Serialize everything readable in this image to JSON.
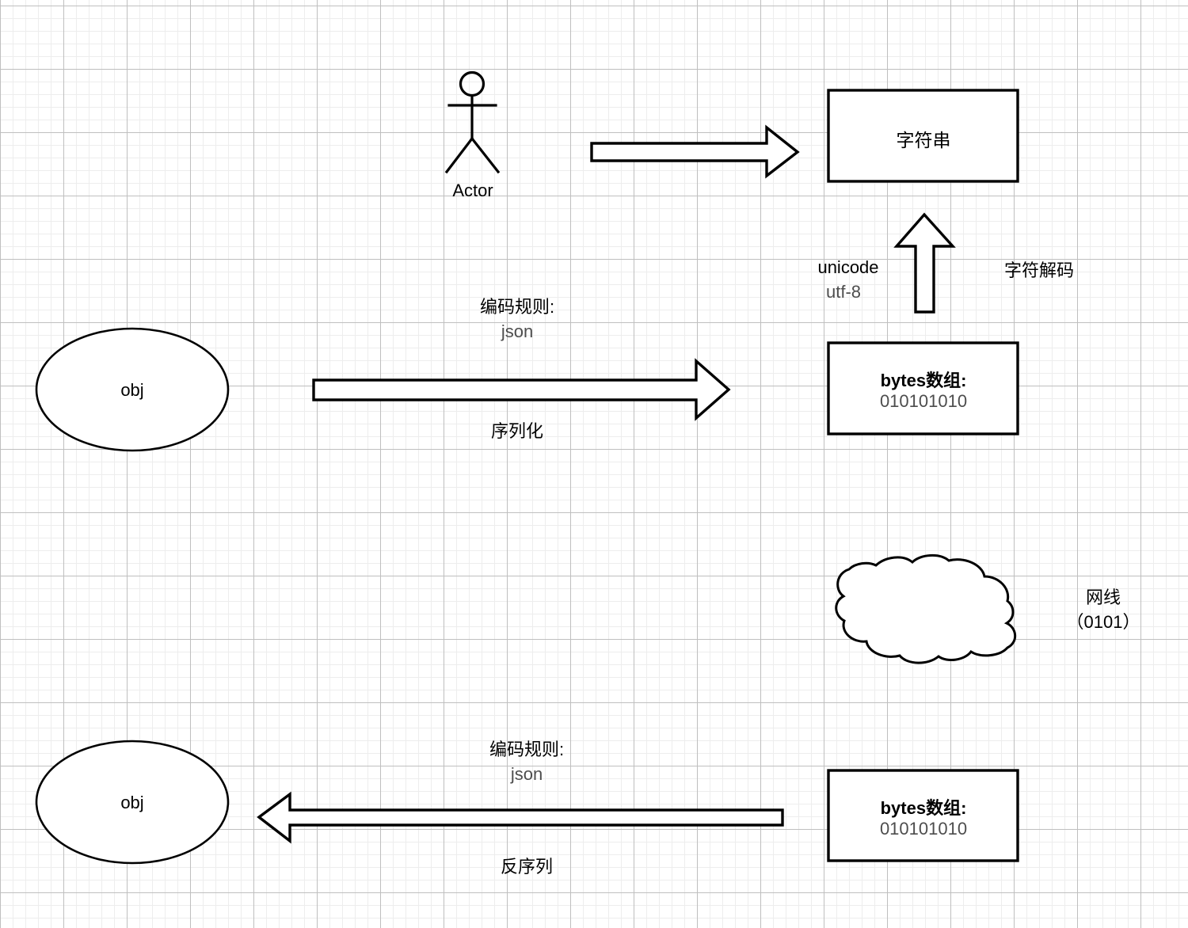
{
  "diagram": {
    "title": "serialization-encoding-flow",
    "nodes": {
      "actor": {
        "label": "Actor",
        "icon": "stick-figure-actor-icon"
      },
      "string_box": {
        "label": "字符串"
      },
      "bytes_box_top": {
        "line1": "bytes数组:",
        "line2": "010101010"
      },
      "bytes_box_bottom": {
        "line1": "bytes数组:",
        "line2": "010101010"
      },
      "obj_top": {
        "label": "obj"
      },
      "obj_bottom": {
        "label": "obj"
      },
      "cloud": {
        "icon": "cloud-icon"
      }
    },
    "edges": {
      "actor_to_string": {
        "icon": "block-arrow-right-icon",
        "label": ""
      },
      "decode_up": {
        "icon": "block-arrow-up-icon",
        "left_label_primary": "unicode",
        "left_label_secondary": "utf-8",
        "right_label": "字符解码"
      },
      "serialize": {
        "icon": "block-arrow-right-icon",
        "top_label_primary": "编码规则:",
        "top_label_secondary": "json",
        "bottom_label": "序列化"
      },
      "deserialize": {
        "icon": "block-arrow-left-icon",
        "top_label_primary": "编码规则:",
        "top_label_secondary": "json",
        "bottom_label": "反序列"
      }
    },
    "annotations": {
      "network": {
        "line1": "网线",
        "line2": "（0101）"
      }
    },
    "colors": {
      "stroke": "#000000",
      "text_primary": "#000000",
      "text_secondary": "#4d4d4d",
      "grid_minor": "#ededed",
      "grid_major": "#bfbfbf",
      "background": "#ffffff"
    }
  }
}
